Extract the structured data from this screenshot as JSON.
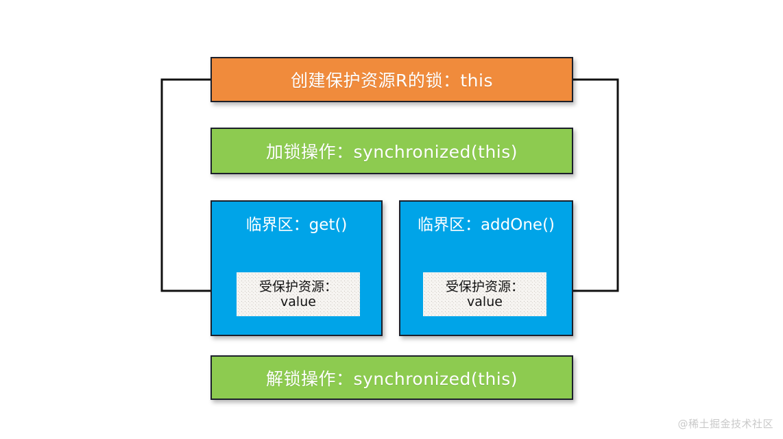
{
  "diagram": {
    "title_box": {
      "label": "创建保护资源R的锁：this",
      "color": "#F08B3C"
    },
    "lock_box": {
      "label": "加锁操作：synchronized(this)",
      "color": "#8DCB50"
    },
    "unlock_box": {
      "label": "解锁操作：synchronized(this)",
      "color": "#8DCB50"
    },
    "critical_sections": [
      {
        "title": "临界区：get()",
        "color": "#00A4E8",
        "resource": {
          "label": "受保护资源：",
          "value": "value"
        }
      },
      {
        "title": "临界区：addOne()",
        "color": "#00A4E8",
        "resource": {
          "label": "受保护资源：",
          "value": "value"
        }
      }
    ],
    "connectors": [
      {
        "name": "left-lock-to-resource",
        "from": "title_box.left",
        "to": "critical_sections.0.resource",
        "color": "#111111"
      },
      {
        "name": "right-lock-to-resource",
        "from": "title_box.right",
        "to": "critical_sections.1.resource",
        "color": "#111111"
      }
    ]
  },
  "watermark": {
    "text": "@稀土掘金技术社区"
  }
}
